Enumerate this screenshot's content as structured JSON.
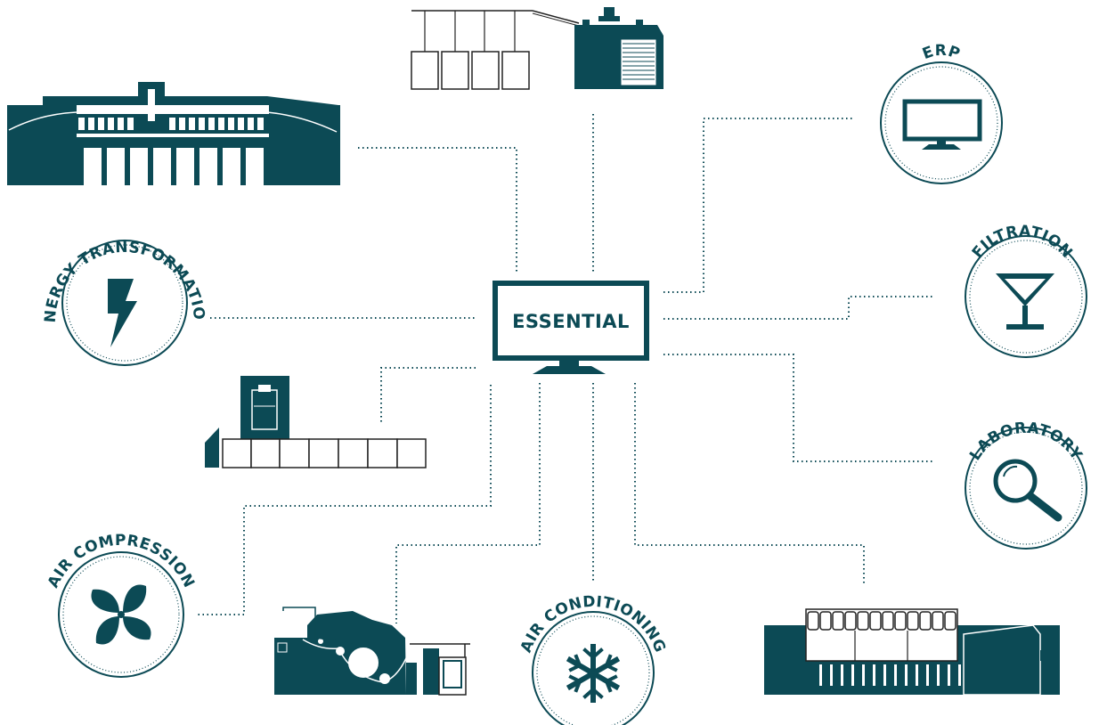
{
  "colors": {
    "primary": "#0c4a55",
    "background": "#ffffff",
    "outline": "#222222"
  },
  "hub": {
    "label": "ESSENTIAL",
    "icon": "monitor-icon"
  },
  "nodes": {
    "erp": {
      "label": "ERP",
      "icon": "monitor-icon"
    },
    "filtration": {
      "label": "FILTRATION",
      "icon": "cocktail-glass-icon"
    },
    "laboratory": {
      "label": "LABORATORY",
      "icon": "magnifier-icon"
    },
    "energy": {
      "label": "ENERGY TRANSFORMATION",
      "icon": "lightning-bolt-icon"
    },
    "air_compression": {
      "label": "AIR COMPRESSION",
      "icon": "fan-icon"
    },
    "air_conditioning": {
      "label": "AIR CONDITIONING",
      "icon": "snowflake-icon"
    }
  },
  "machines": [
    "factory-building-icon",
    "brewhouse-tanks-icon",
    "conveyor-machine-icon",
    "paper-machine-icon",
    "bottling-line-icon"
  ]
}
